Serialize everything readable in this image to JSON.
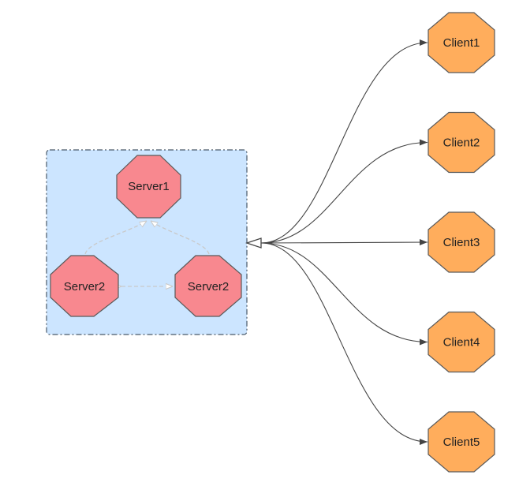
{
  "colors": {
    "cluster_fill": "#cce5ff",
    "cluster_border": "#4a5a6a",
    "server_fill": "#f8888f",
    "server_stroke": "#5a5a5a",
    "client_fill": "#ffad5c",
    "client_stroke": "#5a5a5a",
    "edge": "#444444",
    "inner_edge": "#c9c9c9"
  },
  "cluster": {
    "servers": [
      {
        "id": "s1",
        "label": "Server1"
      },
      {
        "id": "s2a",
        "label": "Server2"
      },
      {
        "id": "s2b",
        "label": "Server2"
      }
    ]
  },
  "clients": [
    {
      "id": "c1",
      "label": "Client1"
    },
    {
      "id": "c2",
      "label": "Client2"
    },
    {
      "id": "c3",
      "label": "Client3"
    },
    {
      "id": "c4",
      "label": "Client4"
    },
    {
      "id": "c5",
      "label": "Client5"
    }
  ],
  "icons": {
    "node_shape": "octagon",
    "arrowhead": "hollow-triangle"
  }
}
